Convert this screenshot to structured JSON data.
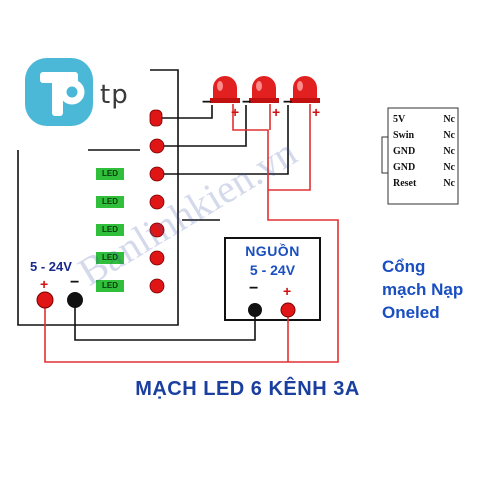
{
  "logo": {
    "text": "tp",
    "icon": "tp-link-logo-icon",
    "color": "#4ab8d6"
  },
  "led_channel_label": "LED",
  "board_voltage": {
    "label": "5 - 24V",
    "plus": "+",
    "minus": "−"
  },
  "psu": {
    "title": "NGUỒN",
    "voltage": "5 - 24V",
    "plus": "+",
    "minus": "−"
  },
  "led_polarity": {
    "minus": "−",
    "plus": "+"
  },
  "port": {
    "rows": [
      {
        "pin": "5V",
        "value": "Nc"
      },
      {
        "pin": "Swin",
        "value": "Nc"
      },
      {
        "pin": "GND",
        "value": "Nc"
      },
      {
        "pin": "GND",
        "value": "Nc"
      },
      {
        "pin": "Reset",
        "value": "Nc"
      }
    ]
  },
  "side_title": {
    "line1": "Cổng",
    "line2": "mạch Nạp",
    "line3": "Oneled"
  },
  "main_title": "MẠCH LED 6 KÊNH 3A",
  "watermark": "Banlinhkien.vn",
  "colors": {
    "wire": "#111111",
    "red_wire": "#e23030",
    "terminal": "#e01515",
    "led_green": "#2fbf3a",
    "title_blue": "#1a3f9f"
  }
}
